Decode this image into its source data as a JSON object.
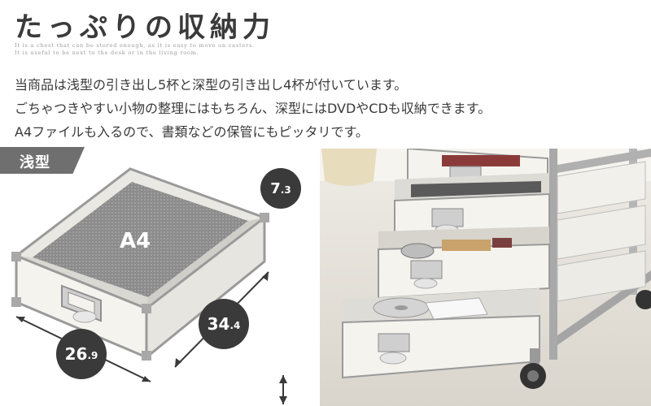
{
  "header": {
    "title": "たっぷりの収納力",
    "subtitle_line1": "It is a chest that can be stored enough, as it is easy to move on casters.",
    "subtitle_line2": "It is useful to be next to the desk or in the living room."
  },
  "description": {
    "line1": "当商品は浅型の引き出し5杯と深型の引き出し4杯が付いています。",
    "line2": "ごちゃつきやすい小物の整理にはもちろん、深型にはDVDやCDも収納できます。",
    "line3": "A4ファイルも入るので、書類などの保管にもピッタリです。"
  },
  "section": {
    "label": "浅型"
  },
  "drawer": {
    "inner_label": "A4"
  },
  "dimensions": {
    "height": {
      "main": "7",
      "decimal": ".3"
    },
    "depth": {
      "main": "34",
      "decimal": ".4"
    },
    "width": {
      "main": "26",
      "decimal": ".9"
    }
  },
  "colors": {
    "text": "#3a3a3a",
    "tag_bg": "#6f6f6f",
    "badge_bg": "#3a3a3a",
    "box_white": "#f4f3ee",
    "frame_gray": "#9a9a9a"
  }
}
